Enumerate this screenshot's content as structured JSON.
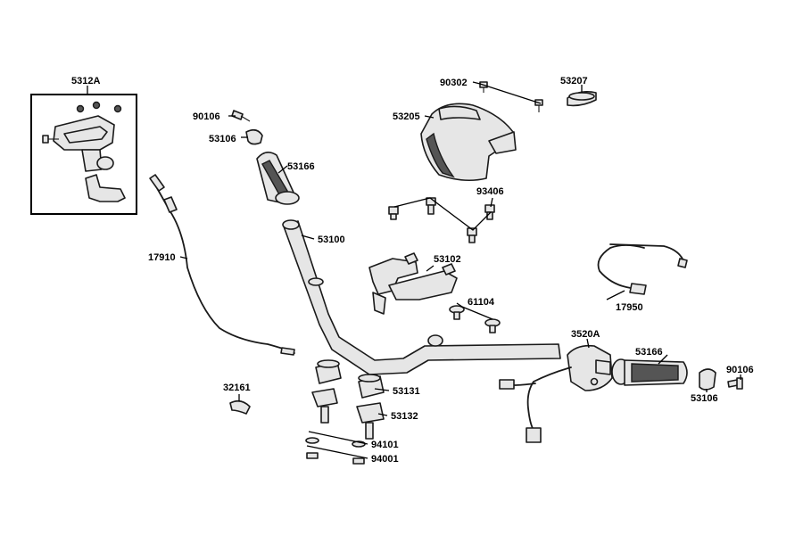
{
  "labels": {
    "p5312A": "5312A",
    "p90106a": "90106",
    "p53106a": "53106",
    "p53166a": "53166",
    "p90302": "90302",
    "p53207": "53207",
    "p53205": "53205",
    "p93406": "93406",
    "p17910": "17910",
    "p53100": "53100",
    "p53102": "53102",
    "p61104": "61104",
    "p17950": "17950",
    "p3520A": "3520A",
    "p53166b": "53166",
    "p90106b": "90106",
    "p53106b": "53106",
    "p32161": "32161",
    "p53131": "53131",
    "p53132": "53132",
    "p94101": "94101",
    "p94001": "94001"
  }
}
